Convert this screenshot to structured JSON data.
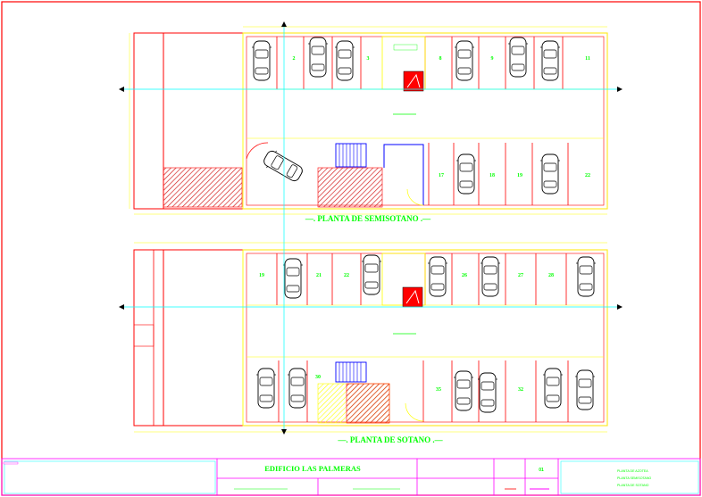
{
  "colors": {
    "wall": "#ff0000",
    "line": "#ffff00",
    "text": "#00ff00",
    "axis": "#00ffff",
    "stair": "#0000ff",
    "frame": "#ff0000",
    "titleblock": "#ff00ff",
    "hatch": "#d42020"
  },
  "plans": {
    "semisotano": {
      "title": "—. PLANTA DE SEMISOTANO .—",
      "top_spaces": [
        "2",
        "3",
        "8",
        "9",
        "11"
      ],
      "bottom_spaces": [
        "17",
        "18",
        "19",
        "22"
      ]
    },
    "sotano": {
      "title": "—. PLANTA DE SOTANO .—",
      "top_spaces": [
        "19",
        "21",
        "22",
        "26",
        "27",
        "28"
      ],
      "bottom_spaces": [
        "30",
        "35",
        "32"
      ]
    }
  },
  "title_block": {
    "project": "EDIFICIO LAS PALMERAS",
    "sheet": "01",
    "contents": [
      "PLANTA DE AZOTEA",
      "PLANTA SEMISOTANO",
      "PLANTA DE SOTANO"
    ]
  },
  "icons": {
    "car": "car-icon",
    "stair": "stair-icon",
    "elevator": "elevator-icon",
    "door": "door-swing-icon"
  }
}
